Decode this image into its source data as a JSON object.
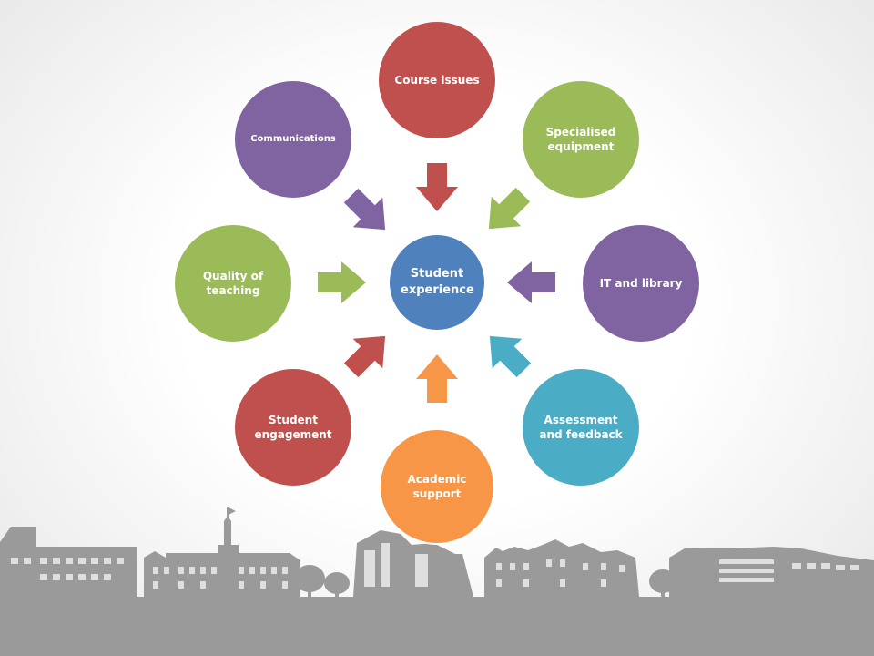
{
  "diagram": {
    "center": {
      "label": "Student experience",
      "color": "#4f81bd"
    },
    "nodes": [
      {
        "id": "course-issues",
        "label": "Course issues",
        "color": "#c0504d"
      },
      {
        "id": "specialised-equipment",
        "label": "Specialised equipment",
        "color": "#9bbb59"
      },
      {
        "id": "it-and-library",
        "label": "IT and library",
        "color": "#8064a2"
      },
      {
        "id": "assessment-and-feedback",
        "label": "Assessment and feedback",
        "color": "#4bacc6"
      },
      {
        "id": "academic-support",
        "label": "Academic support",
        "color": "#f79646"
      },
      {
        "id": "student-engagement",
        "label": "Student engagement",
        "color": "#c0504d"
      },
      {
        "id": "quality-of-teaching",
        "label": "Quality of teaching",
        "color": "#9bbb59"
      },
      {
        "id": "communications",
        "label": "Communications",
        "color": "#8064a2"
      }
    ],
    "skyline_color": "#9a9a9a"
  }
}
